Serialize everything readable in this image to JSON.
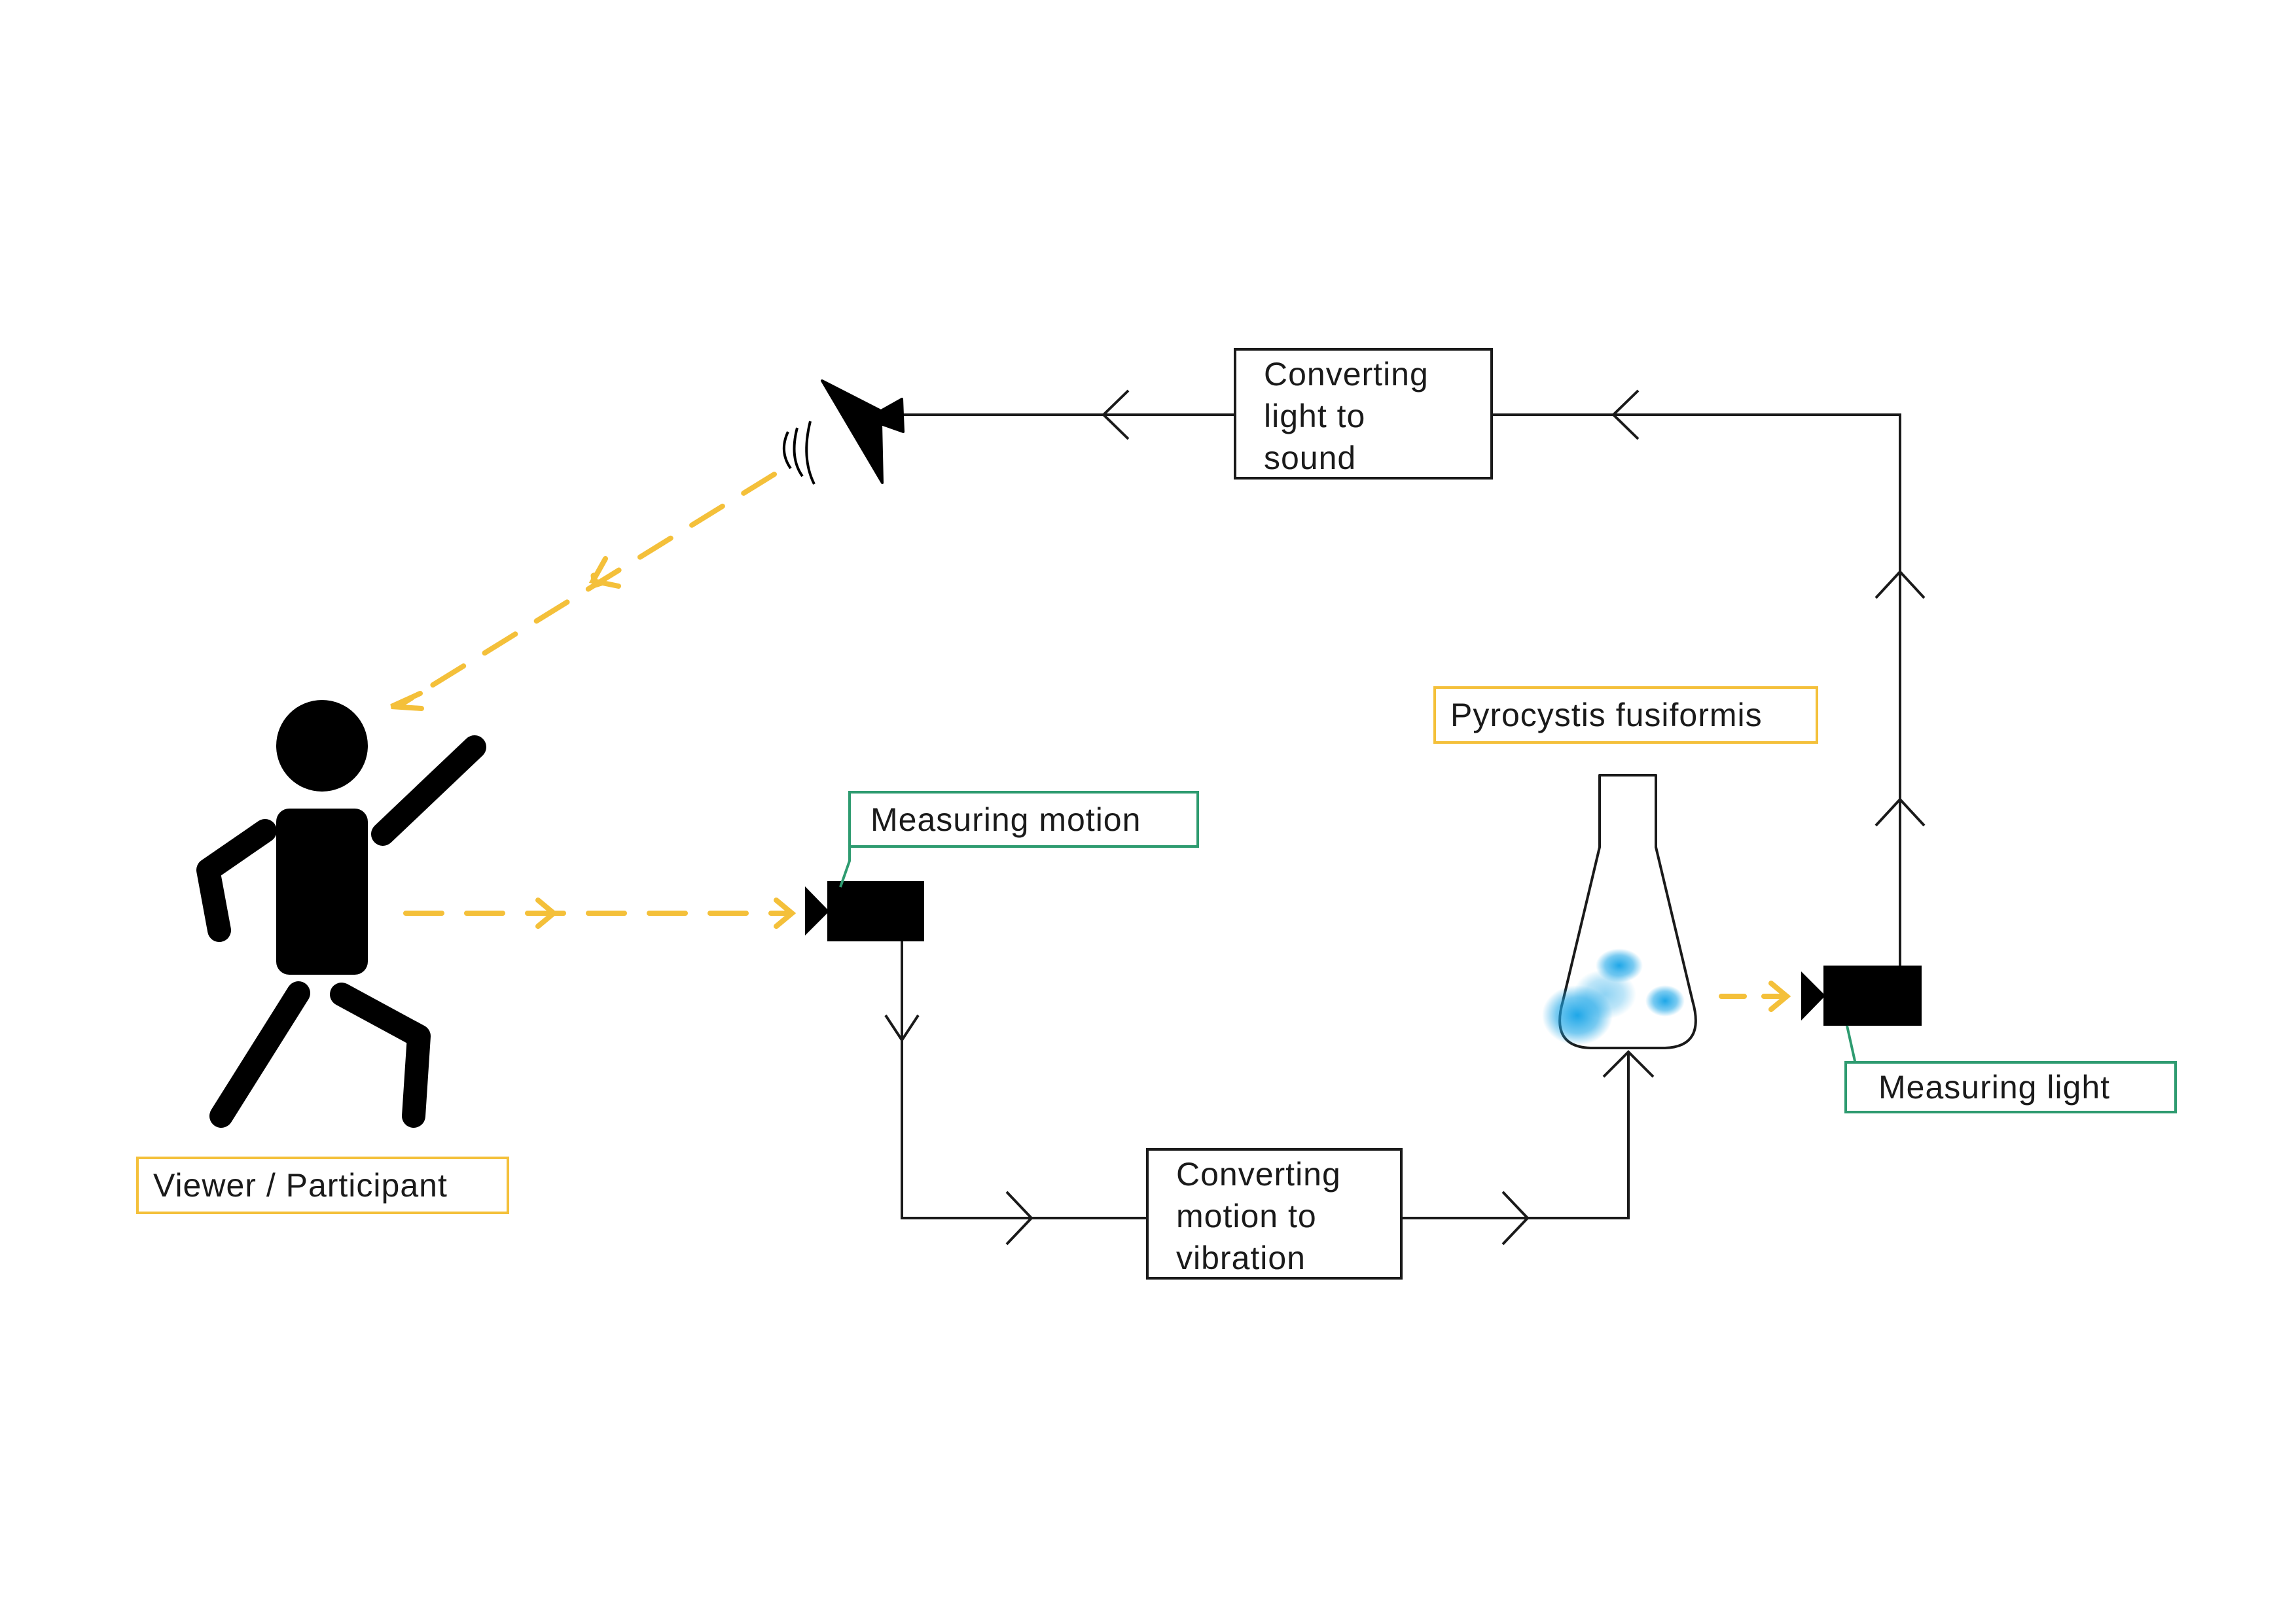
{
  "colors": {
    "line": "#1a1a1a",
    "signal_arrow": "#f4c03a",
    "participant_label_border": "#f4c03a",
    "sensor_label_border": "#2e9b70",
    "organism_glow": "#1ea7e8"
  },
  "labels": {
    "viewer": "Viewer / Participant",
    "measuring_motion": "Measuring motion",
    "converting_motion": "Converting\nmotion to\nvibration",
    "organism": "Pyrocystis fusiformis",
    "measuring_light": "Measuring light",
    "converting_light": "Converting\nlight to\nsound"
  },
  "icons": {
    "person": "person-figure-icon",
    "motion_camera": "video-camera-icon",
    "light_camera": "video-camera-icon",
    "flask": "erlenmeyer-flask-icon",
    "speaker": "speaker-icon"
  }
}
